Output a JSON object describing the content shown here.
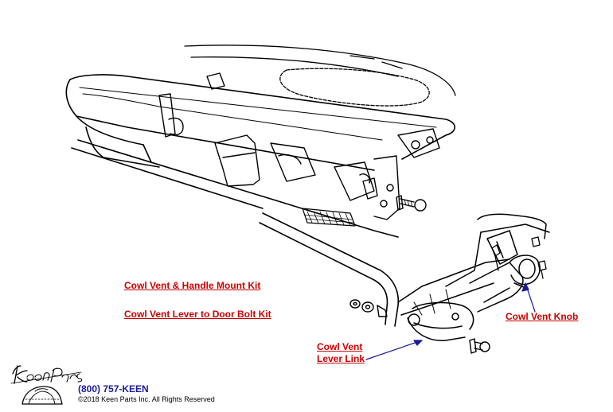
{
  "links": {
    "mount_kit": "Cowl Vent & Handle Mount Kit",
    "bolt_kit": "Cowl Vent Lever to Door Bolt Kit",
    "lever_link": "Cowl Vent Lever Link",
    "knob": "Cowl Vent Knob"
  },
  "footer": {
    "phone": "(800) 757-KEEN",
    "copyright": "©2018 Keen Parts Inc. All Rights Reserved"
  },
  "colors": {
    "link": "#cc0000",
    "arrow": "#1a1a9a",
    "phone": "#1a1a9a",
    "line_art": "#000000"
  },
  "icons": {
    "logo": "keen-parts-logo-icon"
  }
}
